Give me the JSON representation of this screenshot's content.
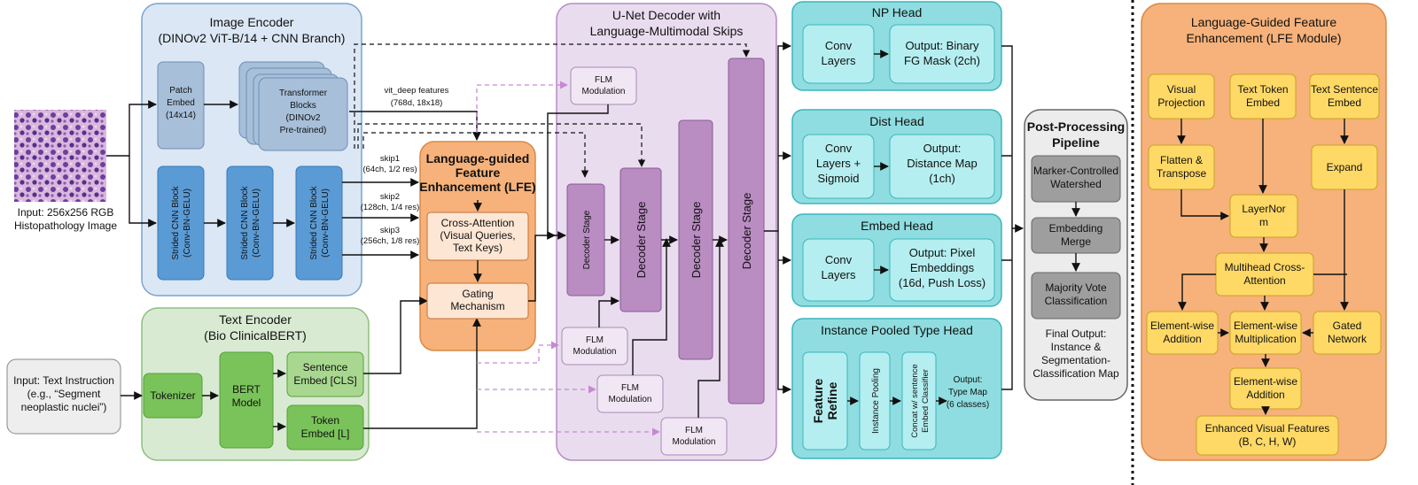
{
  "input_image": {
    "caption_1": "Input: 256x256 RGB",
    "caption_2": "Histopathology Image"
  },
  "image_encoder": {
    "title_1": "Image Encoder",
    "title_2": "(DINOv2 ViT-B/14 + CNN Branch)",
    "patch_embed": [
      "Patch",
      "Embed",
      "(14x14)"
    ],
    "transformer": [
      "Transformer",
      "Blocks",
      "(DINOv2",
      "Pre-trained)"
    ],
    "cnn_block": [
      "Strided CNN Block",
      "(Conv-BN-GELU)"
    ],
    "vit_label_1": "vit_deep features",
    "vit_label_2": "(768d, 18x18)",
    "skip1": [
      "skip1",
      "(64ch, 1/2 res)"
    ],
    "skip2": [
      "skip2",
      "(128ch, 1/4 res)"
    ],
    "skip3": [
      "skip3",
      "(256ch, 1/8 res)"
    ]
  },
  "text_input": [
    "Input: Text Instruction",
    "(e.g., “Segment",
    "neoplastic nuclei”)"
  ],
  "text_encoder": {
    "title_1": "Text Encoder",
    "title_2": "(Bio ClinicalBERT)",
    "tokenizer": "Tokenizer",
    "bert": [
      "BERT",
      "Model"
    ],
    "sentence": [
      "Sentence",
      "Embed [CLS]"
    ],
    "token": [
      "Token",
      "Embed [L]"
    ]
  },
  "lfe": {
    "title": [
      "Language-guided",
      "Feature",
      "Enhancement (LFE)"
    ],
    "cross_attn": [
      "Cross-Attention",
      "(Visual Queries,",
      "Text Keys)"
    ],
    "gating": [
      "Gating",
      "Mechanism"
    ]
  },
  "decoder": {
    "title_1": "U-Net Decoder with",
    "title_2": "Language-Multimodal Skips",
    "flm": [
      "FLM",
      "Modulation"
    ],
    "stage": "Decoder Stage"
  },
  "heads": {
    "np": {
      "title": "NP Head",
      "left": [
        "Conv",
        "Layers"
      ],
      "right": [
        "Output: Binary",
        "FG Mask (2ch)"
      ]
    },
    "dist": {
      "title": "Dist Head",
      "left": [
        "Conv",
        "Layers +",
        "Sigmoid"
      ],
      "right": [
        "Output:",
        "Distance Map",
        "(1ch)"
      ]
    },
    "embed": {
      "title": "Embed Head",
      "left": [
        "Conv",
        "Layers"
      ],
      "right": [
        "Output: Pixel",
        "Embeddings",
        "(16d, Push Loss)"
      ]
    },
    "type": {
      "title": "Instance Pooled Type Head",
      "feature_refine": [
        "Feature",
        "Refine"
      ],
      "instance_pooling": "Instance Pooling",
      "concat": [
        "Concat w/ sentence",
        "Embed Classifier"
      ],
      "output": [
        "Output:",
        "Type Map",
        "(6 classes)"
      ]
    }
  },
  "post": {
    "title": [
      "Post-Processing",
      "Pipeline"
    ],
    "watershed": [
      "Marker-Controlled",
      "Watershed"
    ],
    "merge": [
      "Embedding",
      "Merge"
    ],
    "vote": [
      "Majority Vote",
      "Classification"
    ],
    "final": [
      "Final Output:",
      "Instance &",
      "Segmentation-",
      "Classification Map"
    ]
  },
  "lfe_module": {
    "title_1": "Language-Guided Feature",
    "title_2": "Enhancement (LFE Module)",
    "visual_projection": [
      "Visual",
      "Projection"
    ],
    "text_token_embed": [
      "Text Token",
      "Embed"
    ],
    "text_sentence_embed": [
      "Text Sentence",
      "Embed"
    ],
    "flatten": [
      "Flatten &",
      "Transpose"
    ],
    "expand": "Expand",
    "layernorm": [
      "LayerNor",
      "m"
    ],
    "mhca": [
      "Multihead Cross-",
      "Attention"
    ],
    "add1": [
      "Element-wise",
      "Addition"
    ],
    "mult": [
      "Element-wise",
      "Multiplication"
    ],
    "gated": [
      "Gated",
      "Network"
    ],
    "add2": [
      "Element-wise",
      "Addition"
    ],
    "output": [
      "Enhanced Visual Features",
      "(B, C, H, W)"
    ]
  }
}
